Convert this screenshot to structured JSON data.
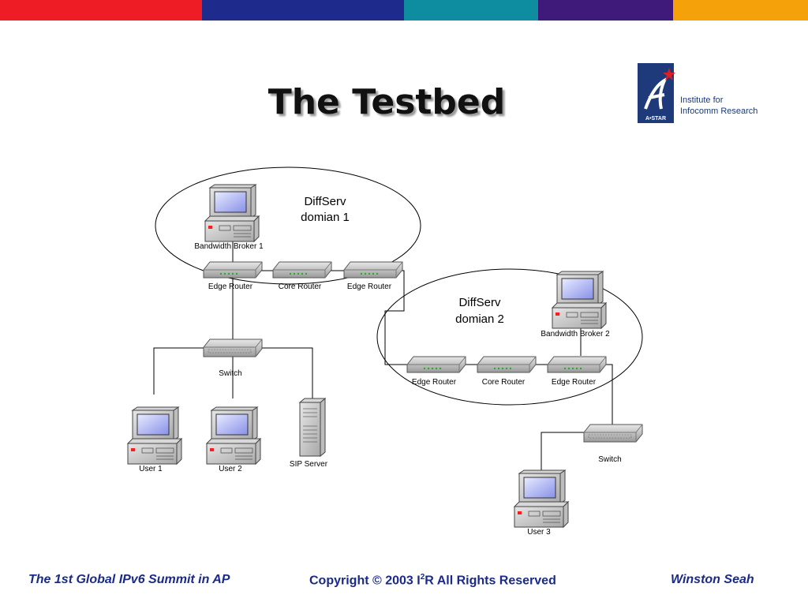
{
  "colors": {
    "bar": [
      "#ee1c25",
      "#1e2a8c",
      "#0f8da0",
      "#3f1a7a",
      "#f5a20a"
    ],
    "footer": "#1a2a8a"
  },
  "title": "The Testbed",
  "logo": {
    "name": "A*STAR logo",
    "text_line1": "Institute for",
    "text_line2": "Infocomm Research"
  },
  "diagram": {
    "domain1_line1": "DiffServ",
    "domain1_line2": "domian 1",
    "domain2_line1": "DiffServ",
    "domain2_line2": "domian 2",
    "labels": {
      "bb1": "Bandwidth Broker 1",
      "er1": "Edge Router",
      "cr1": "Core Router",
      "er2": "Edge Router",
      "switch1": "Switch",
      "user1": "User 1",
      "user2": "User 2",
      "sip": "SIP Server",
      "bb2": "Bandwidth Broker 2",
      "er3": "Edge Router",
      "cr2": "Core Router",
      "er4": "Edge Router",
      "switch2": "Switch",
      "user3": "User 3"
    }
  },
  "footer": {
    "left": "The 1st Global IPv6 Summit in AP",
    "center_prefix": "Copyright © 2003 I",
    "center_sup": "2",
    "center_suffix": "R All Rights Reserved",
    "right": "Winston Seah"
  }
}
